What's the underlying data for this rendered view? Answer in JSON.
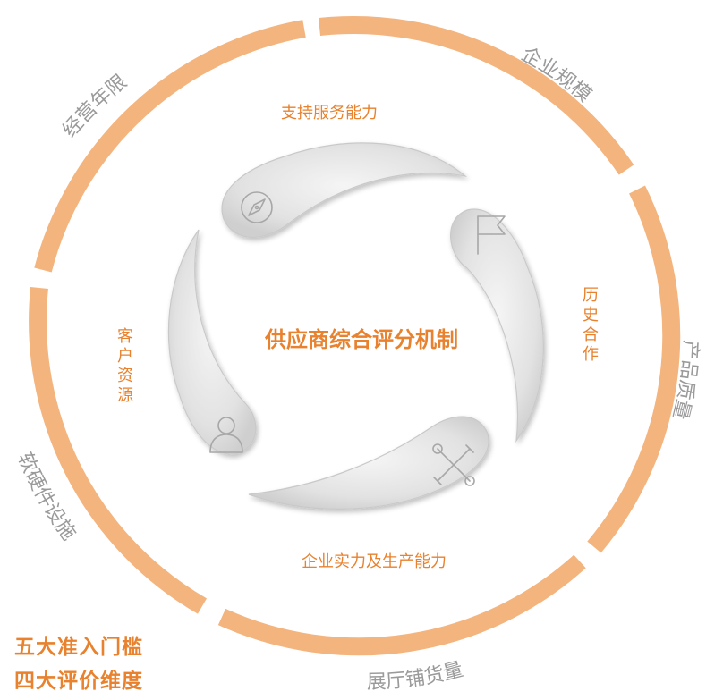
{
  "center_title": "供应商综合评分机制",
  "outer_ring": {
    "labels": {
      "company_scale": "企业规模",
      "product_quality": "产品质量",
      "showroom_inventory": "展厅铺货量",
      "facilities": "软硬件设施",
      "operating_years": "经营年限"
    }
  },
  "inner_cycle": {
    "labels": {
      "support_service": "支持服务能力",
      "history": "历史合作",
      "strength_production": "企业实力及生产能力",
      "customer_resources": "客户资源"
    },
    "icons": [
      "compass-icon",
      "flag-icon",
      "tools-icon",
      "user-icon"
    ]
  },
  "footer": {
    "line1": "五大准入门槛",
    "line2": "四大评价维度"
  },
  "colors": {
    "ring": "#f4b47e",
    "accent": "#e8822e",
    "ring_text": "#9a9a9a",
    "petal_fill": "#e6e6e6"
  }
}
